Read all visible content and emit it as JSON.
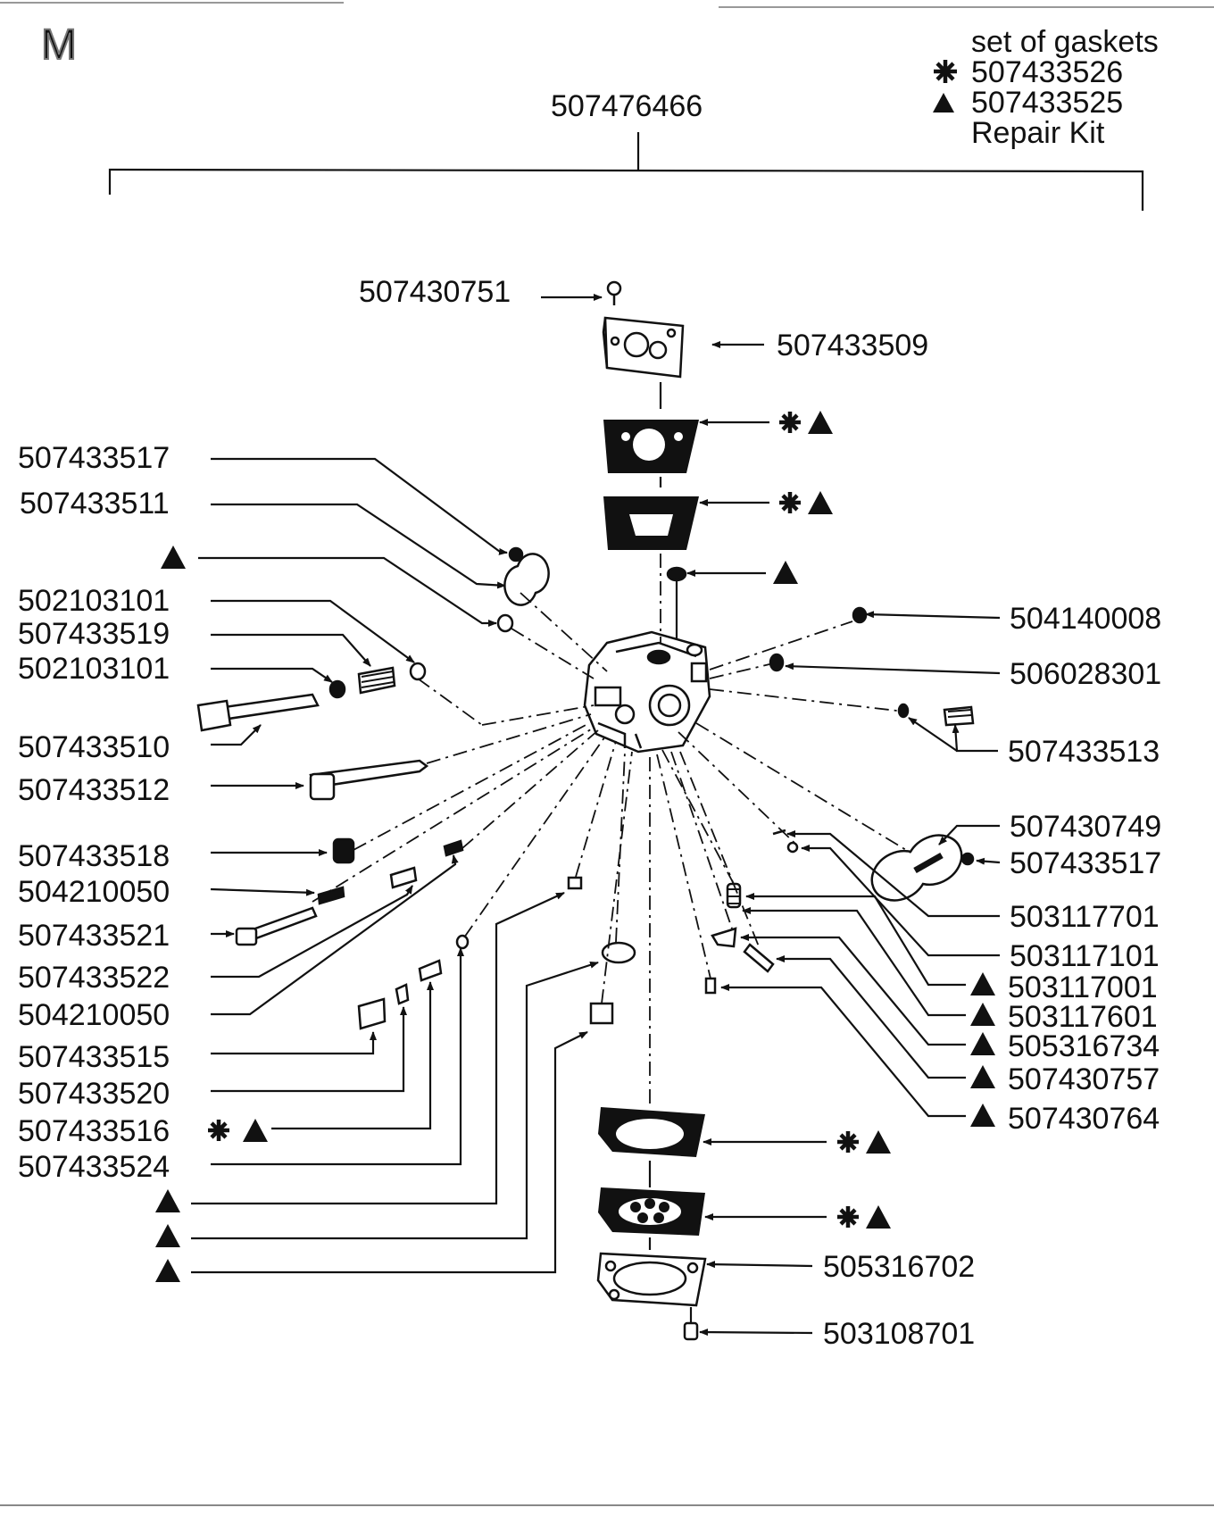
{
  "section_letter": "M",
  "legend": {
    "line1": "set of gaskets",
    "asterisk_code": "507433526",
    "triangle_code": "507433525",
    "line4": "Repair Kit"
  },
  "assembly_number": "507476466",
  "symbols": {
    "asterisk": "asterisk-icon",
    "triangle": "triangle-icon"
  },
  "labels": {
    "p507430751": "507430751",
    "p507433509": "507433509",
    "p507433517a": "507433517",
    "p507433511": "507433511",
    "p502103101a": "502103101",
    "p507433519": "507433519",
    "p502103101b": "502103101",
    "p507433510": "507433510",
    "p507433512": "507433512",
    "p507433518": "507433518",
    "p504210050a": "504210050",
    "p507433521": "507433521",
    "p507433522": "507433522",
    "p504210050b": "504210050",
    "p507433515": "507433515",
    "p507433520": "507433520",
    "p507433516": "507433516",
    "p507433524": "507433524",
    "p504140008": "504140008",
    "p506028301": "506028301",
    "p507433513": "507433513",
    "p507430749": "507430749",
    "p507433517b": "507433517",
    "p503117701": "503117701",
    "p503117101": "503117101",
    "p503117001": "503117001",
    "p503117601": "503117601",
    "p505316734": "505316734",
    "p507430757": "507430757",
    "p507430764": "507430764",
    "p505316702": "505316702",
    "p503108701": "503108701"
  },
  "colors": {
    "ink": "#111111",
    "paper": "#ffffff"
  }
}
